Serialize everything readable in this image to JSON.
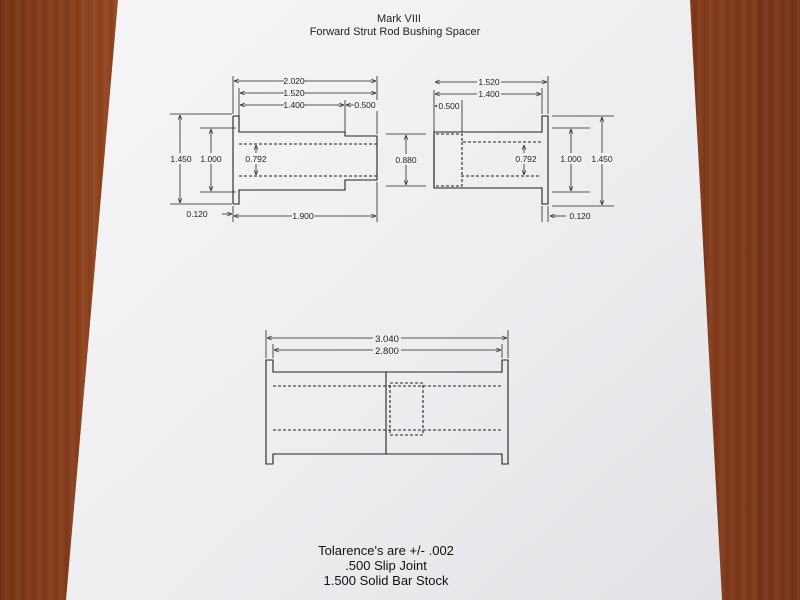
{
  "drawing": {
    "title_line1": "Mark VIII",
    "title_line2": "Forward Strut Rod Bushing Spacer"
  },
  "left_part": {
    "dim_overall": "2.020",
    "dim_body_a": "1.520",
    "dim_body_b": "1.400",
    "dim_step": "0.500",
    "dim_height_outer": "1.450",
    "dim_height_inner": "1.000",
    "dim_bore": "0.792",
    "dim_flange": "0.120",
    "dim_length": "1.900"
  },
  "middle": {
    "dim_height": "0.880"
  },
  "right_part": {
    "dim_overall_a": "1.520",
    "dim_overall_b": "1.400",
    "dim_step": "0.500",
    "dim_bore": "0.792",
    "dim_height_inner": "1.000",
    "dim_height_outer": "1.450",
    "dim_flange": "0.120"
  },
  "assembly": {
    "dim_overall": "3.040",
    "dim_inner": "2.800"
  },
  "notes": {
    "line1": "Tolarence's are +/- .002",
    "line2": ".500 Slip Joint",
    "line3": "1.500 Solid Bar Stock"
  }
}
